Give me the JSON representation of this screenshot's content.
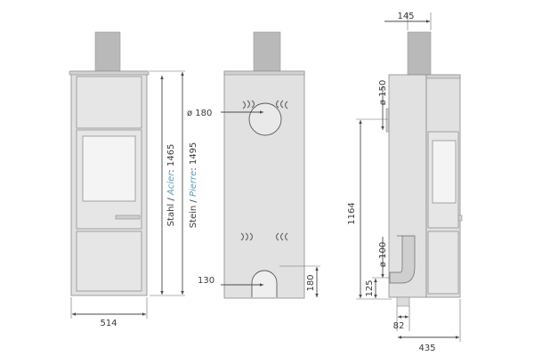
{
  "front": {
    "width_label": "514",
    "height_steel_prefix": "Stahl / ",
    "height_steel_alt": "Acier",
    "height_steel_value": ": 1465",
    "height_stone_prefix": "Stein / ",
    "height_stone_alt": "Pierre",
    "height_stone_value": ": 1495"
  },
  "back": {
    "flue_diameter": "ø 180",
    "air_inlet_width": "130",
    "air_inlet_height": "180"
  },
  "side": {
    "pipe_offset": "145",
    "top_diameter": "ø 150",
    "flue_height": "1164",
    "air_diameter": "ø 100",
    "air_height": "125",
    "air_offset": "82",
    "depth": "435"
  },
  "colors": {
    "body": "#e1e1e1",
    "pipe": "#b9b9b9",
    "line": "#4a4a4a",
    "alt_text": "#5f9bb8"
  }
}
